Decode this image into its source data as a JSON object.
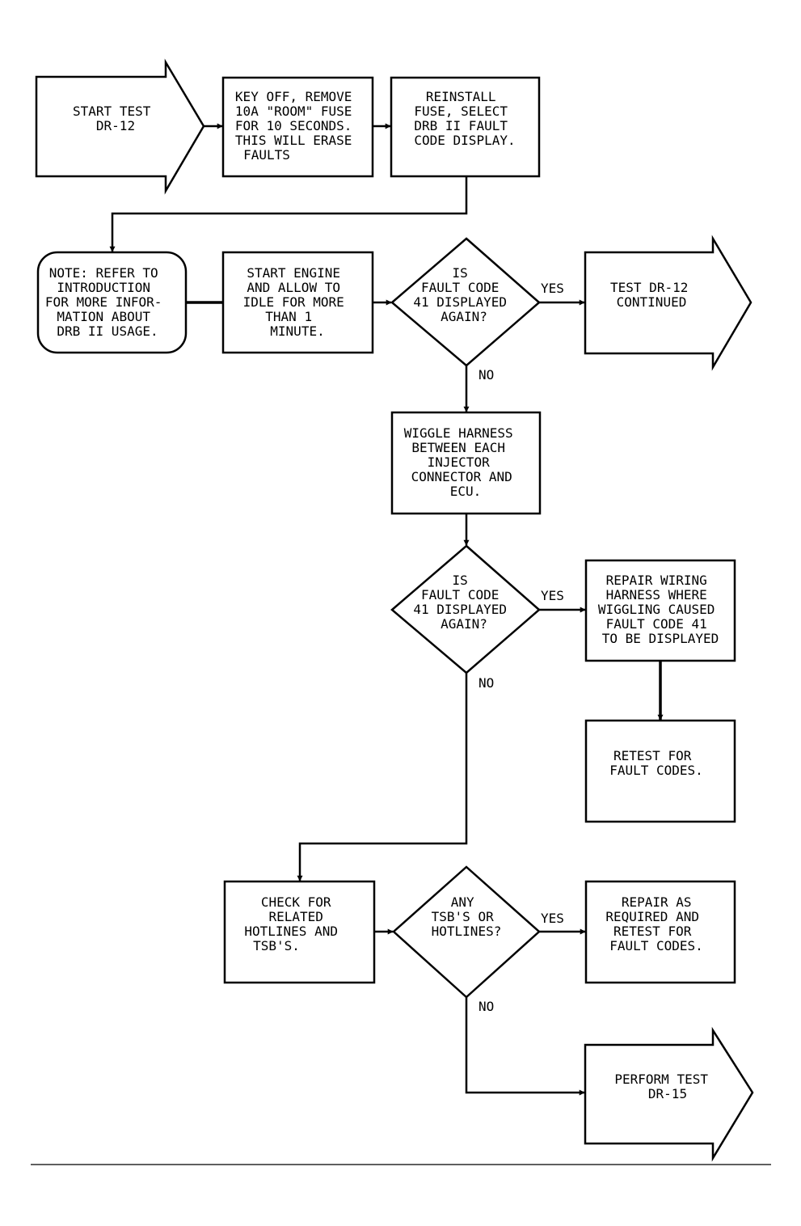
{
  "flowchart": {
    "start": [
      "START TEST",
      "DR-12"
    ],
    "key_off": [
      "KEY OFF, REMOVE",
      "10A \"ROOM\" FUSE",
      "FOR 10 SECONDS.",
      "THIS WILL ERASE",
      "FAULTS"
    ],
    "reinstall": [
      "REINSTALL",
      "FUSE, SELECT",
      "DRB II FAULT",
      "CODE DISPLAY."
    ],
    "note": [
      "NOTE: REFER TO",
      "INTRODUCTION",
      "FOR MORE INFOR-",
      "MATION ABOUT",
      "DRB II USAGE."
    ],
    "start_engine": [
      "START ENGINE",
      "AND ALLOW TO",
      "IDLE FOR MORE",
      "THAN 1",
      "MINUTE."
    ],
    "decision1": [
      "IS",
      "FAULT CODE",
      "41 DISPLAYED",
      "AGAIN?"
    ],
    "continued": [
      "TEST DR-12",
      "CONTINUED"
    ],
    "wiggle": [
      "WIGGLE HARNESS",
      "BETWEEN EACH",
      "INJECTOR",
      "CONNECTOR AND",
      "ECU."
    ],
    "decision2": [
      "IS",
      "FAULT CODE",
      "41 DISPLAYED",
      "AGAIN?"
    ],
    "repair_wiring": [
      "REPAIR WIRING",
      "HARNESS WHERE",
      "WIGGLING CAUSED",
      "FAULT CODE 41",
      "TO BE DISPLAYED"
    ],
    "retest": [
      "RETEST FOR",
      "FAULT CODES."
    ],
    "check": [
      "CHECK FOR",
      "RELATED",
      "HOTLINES AND",
      "TSB'S."
    ],
    "decision3": [
      "ANY",
      "TSB'S OR",
      "HOTLINES?"
    ],
    "repair_as": [
      "REPAIR AS",
      "REQUIRED AND",
      "RETEST FOR",
      "FAULT CODES."
    ],
    "perform": [
      "PERFORM TEST",
      "DR-15"
    ],
    "yes": "YES",
    "no": "NO"
  }
}
